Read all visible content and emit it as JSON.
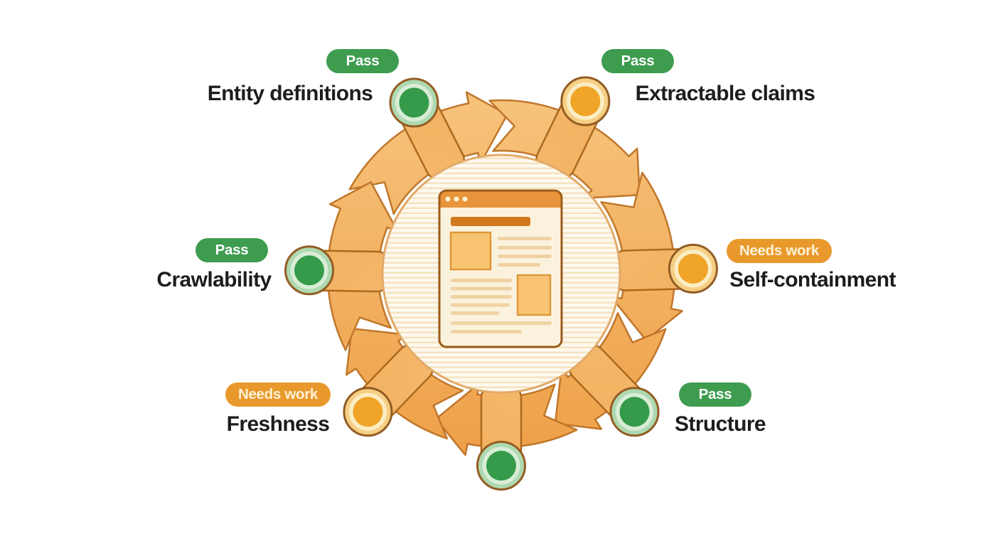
{
  "diagram": {
    "kind": "content-audit-cycle",
    "direction": "clockwise",
    "center_icon": "webpage-icon",
    "colors": {
      "pass_badge": "#3E9C4F",
      "needs_work_badge": "#E9992C",
      "pass_dot": "#359B4B",
      "needs_work_dot": "#F0A428",
      "arrow_fill_light": "#F7C47D",
      "arrow_fill_dark": "#EE9F47",
      "arrow_outline": "#C0762A",
      "stem_outline": "#AC691E",
      "dot_outline": "#935D24",
      "center_circle_fill": "#FEF9EE",
      "center_circle_stripe": "#F5E1BE",
      "center_circle_outline": "#E2AA68",
      "browser_header": "#E8943A",
      "browser_body": "#FBF2DD",
      "browser_outline": "#9A5B1A",
      "browser_heading_bar": "#D2791F",
      "browser_image_block": "#F8C472",
      "browser_text_line": "#F0D2A2",
      "label_text": "#1D1D1B"
    },
    "nodes": [
      {
        "id": "entity-definitions",
        "label": "Entity definitions",
        "status": "Pass",
        "dot": "green"
      },
      {
        "id": "extractable-claims",
        "label": "Extractable claims",
        "status": "Pass",
        "dot": "orange"
      },
      {
        "id": "self-containment",
        "label": "Self-containment",
        "status": "Needs work",
        "dot": "orange"
      },
      {
        "id": "structure",
        "label": "Structure",
        "status": "Pass",
        "dot": "green"
      },
      {
        "id": "cycle-checkpoint",
        "label": "",
        "status": "",
        "dot": "green"
      },
      {
        "id": "freshness",
        "label": "Freshness",
        "status": "Needs work",
        "dot": "orange"
      },
      {
        "id": "crawlability",
        "label": "Crawlability",
        "status": "Pass",
        "dot": "green"
      }
    ]
  }
}
